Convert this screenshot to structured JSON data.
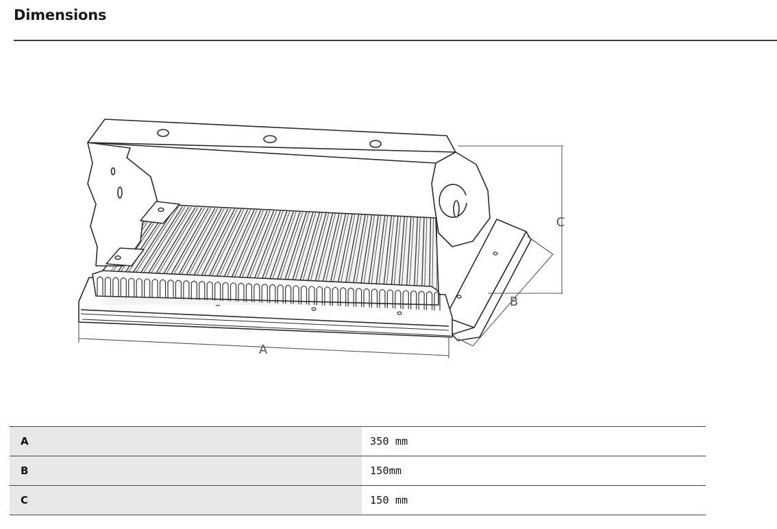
{
  "page": {
    "title": "Dimensions"
  },
  "drawing": {
    "labels": {
      "a": "A",
      "b": "B",
      "c": "C"
    }
  },
  "dimensions_table": {
    "rows": [
      {
        "label": "A",
        "value": "350 mm"
      },
      {
        "label": "B",
        "value": "150mm"
      },
      {
        "label": "C",
        "value": "150 mm"
      }
    ]
  }
}
